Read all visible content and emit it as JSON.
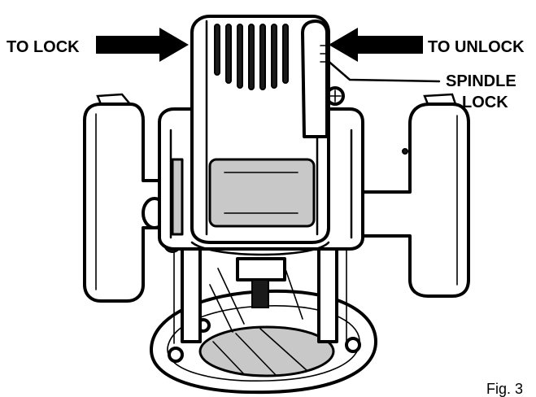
{
  "labels": {
    "to_lock": "TO LOCK",
    "to_unlock": "TO UNLOCK",
    "spindle_lock_line1": "SPINDLE",
    "spindle_lock_line2": "LOCK",
    "figure": "Fig. 3"
  },
  "colors": {
    "ink": "#000000",
    "background": "#ffffff",
    "shade": "#c8c8c8"
  },
  "icons": {
    "lock_arrow": "arrow-right-icon",
    "unlock_arrow": "arrow-left-icon"
  }
}
